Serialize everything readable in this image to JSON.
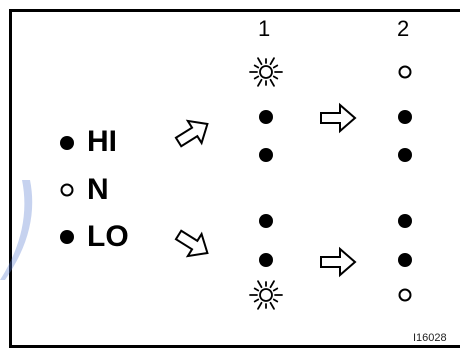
{
  "colors": {
    "ink": "#000000",
    "background": "#ffffff",
    "watermark": "#5b7fd1"
  },
  "icons": {
    "lamp_on": "dot-filled-icon",
    "lamp_off": "dot-hollow-icon",
    "lamp_flashing": "sun-burst-icon",
    "arrow": "hollow-arrow-icon"
  },
  "legend": [
    {
      "label": "HI",
      "state": "on"
    },
    {
      "label": "N",
      "state": "off"
    },
    {
      "label": "LO",
      "state": "on"
    }
  ],
  "columns": [
    {
      "label": "1",
      "upper": [
        "flashing",
        "on",
        "on"
      ],
      "lower": [
        "on",
        "on",
        "flashing"
      ]
    },
    {
      "label": "2",
      "upper": [
        "off",
        "on",
        "on"
      ],
      "lower": [
        "on",
        "on",
        "off"
      ]
    }
  ],
  "figure_id": "I16028"
}
